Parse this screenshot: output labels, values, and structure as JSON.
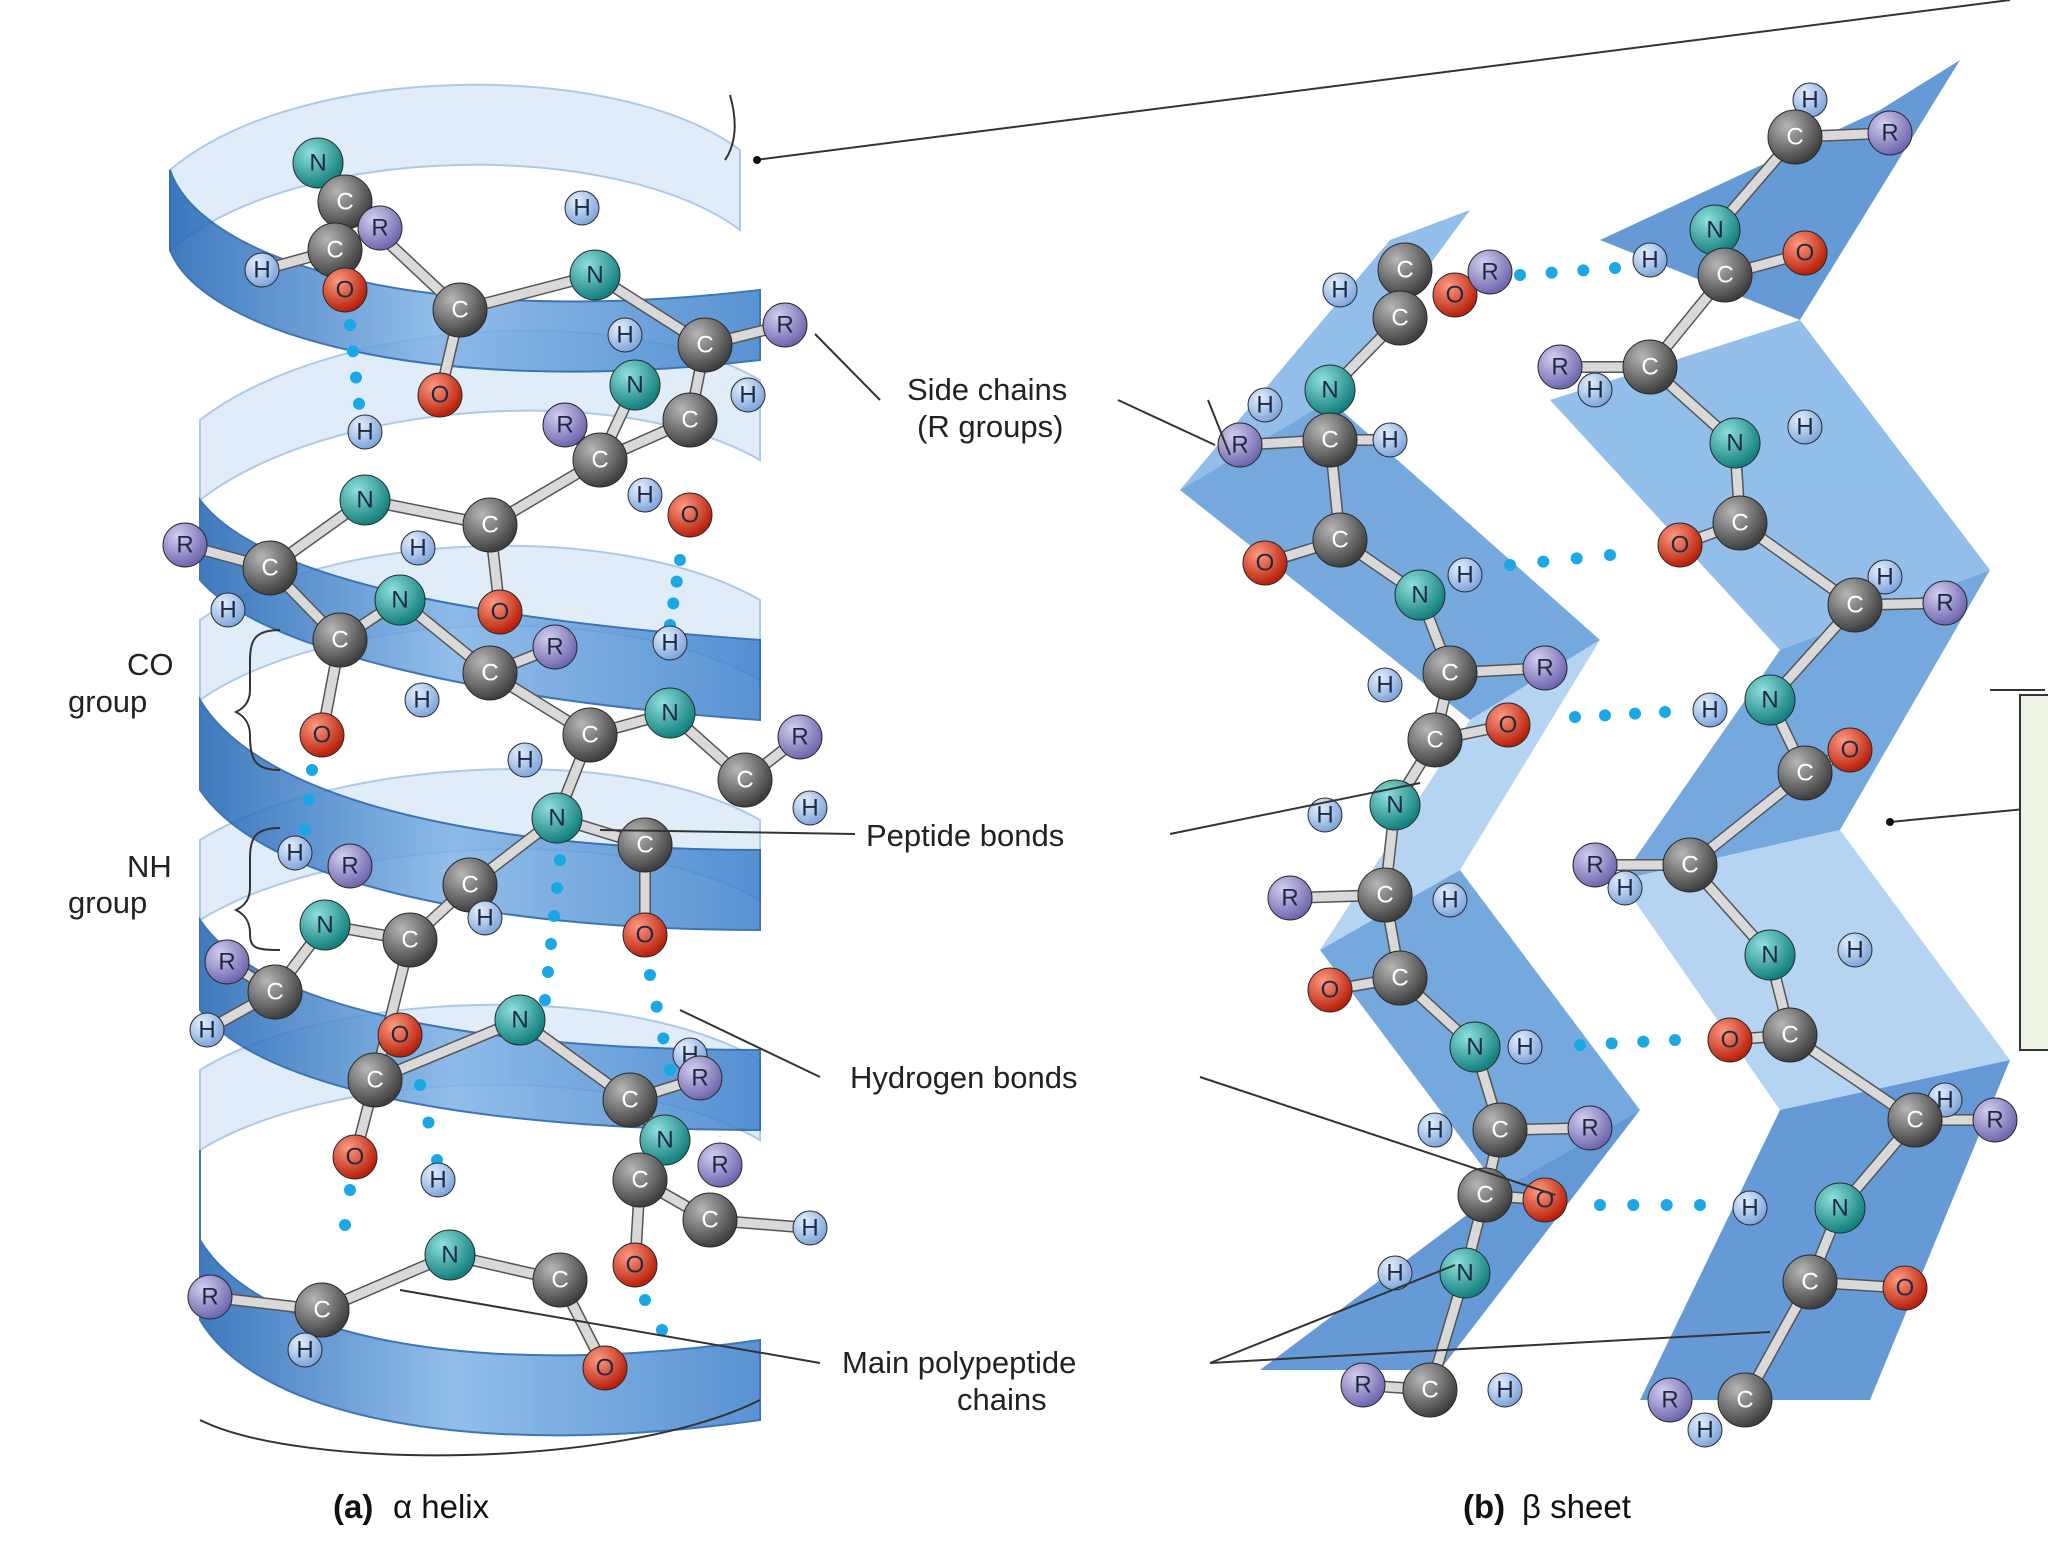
{
  "labels": {
    "side_chains_line1": "Side chains",
    "side_chains_line2": "(R groups)",
    "co_group_line1": "CO",
    "co_group_line2": "group",
    "nh_group_line1": "NH",
    "nh_group_line2": "group",
    "peptide_bonds": "Peptide bonds",
    "hydrogen_bonds": "Hydrogen bonds",
    "main_chains_line1": "Main polypeptide",
    "main_chains_line2": "chains"
  },
  "captions": {
    "a_prefix": "(a)",
    "a_text": "α helix",
    "b_prefix": "(b)",
    "b_text": "β sheet"
  },
  "atom_symbols": {
    "nitrogen": "N",
    "carbon": "C",
    "oxygen": "O",
    "hydrogen": "H",
    "r_group": "R"
  },
  "colors": {
    "ribbon": "#5b9bd5",
    "ribbon_dark": "#2f74c0",
    "ribbon_light": "#a9cdf0",
    "nitrogen": "#1fa3a0",
    "carbon": "#6b6b6b",
    "oxygen": "#e23a1e",
    "hydrogen": "#9fc0ea",
    "r_group": "#8e86c8",
    "hydrogen_bond": "#1aa7e6"
  }
}
